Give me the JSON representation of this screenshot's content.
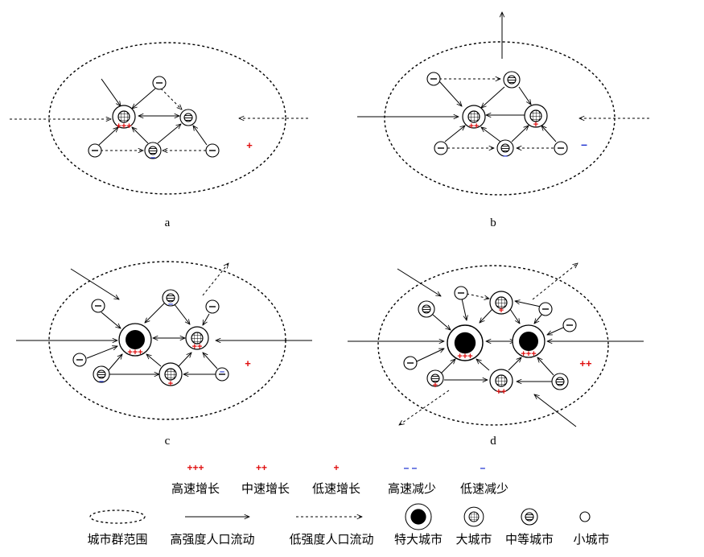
{
  "panels": {
    "a": {
      "label": "a",
      "region_sign": "+"
    },
    "b": {
      "label": "b",
      "region_sign": "–"
    },
    "c": {
      "label": "c",
      "region_sign": "+"
    },
    "d": {
      "label": "d",
      "region_sign": "++"
    }
  },
  "growth_legend": {
    "items": [
      {
        "mark": "+++",
        "label": "高速增长",
        "color": "#e01010"
      },
      {
        "mark": "++",
        "label": "中速增长",
        "color": "#e01010"
      },
      {
        "mark": "+",
        "label": "低速增长",
        "color": "#e01010"
      },
      {
        "mark": "– –",
        "label": "高速减少",
        "color": "#1a2fd0"
      },
      {
        "mark": "–",
        "label": "低速减少",
        "color": "#1a2fd0"
      }
    ]
  },
  "symbol_legend": {
    "items": [
      {
        "symbol": "dotted-ellipse",
        "label": "城市群范围"
      },
      {
        "symbol": "solid-arrow",
        "label": "高强度人口流动"
      },
      {
        "symbol": "dashed-arrow",
        "label": "低强度人口流动"
      },
      {
        "symbol": "megacity",
        "label": "特大城市"
      },
      {
        "symbol": "large-city",
        "label": "大城市"
      },
      {
        "symbol": "medium-city",
        "label": "中等城市"
      },
      {
        "symbol": "small-city",
        "label": "小城市"
      }
    ]
  },
  "colors": {
    "growth": "#e01010",
    "decline": "#1a2fd0",
    "line": "#000000"
  }
}
